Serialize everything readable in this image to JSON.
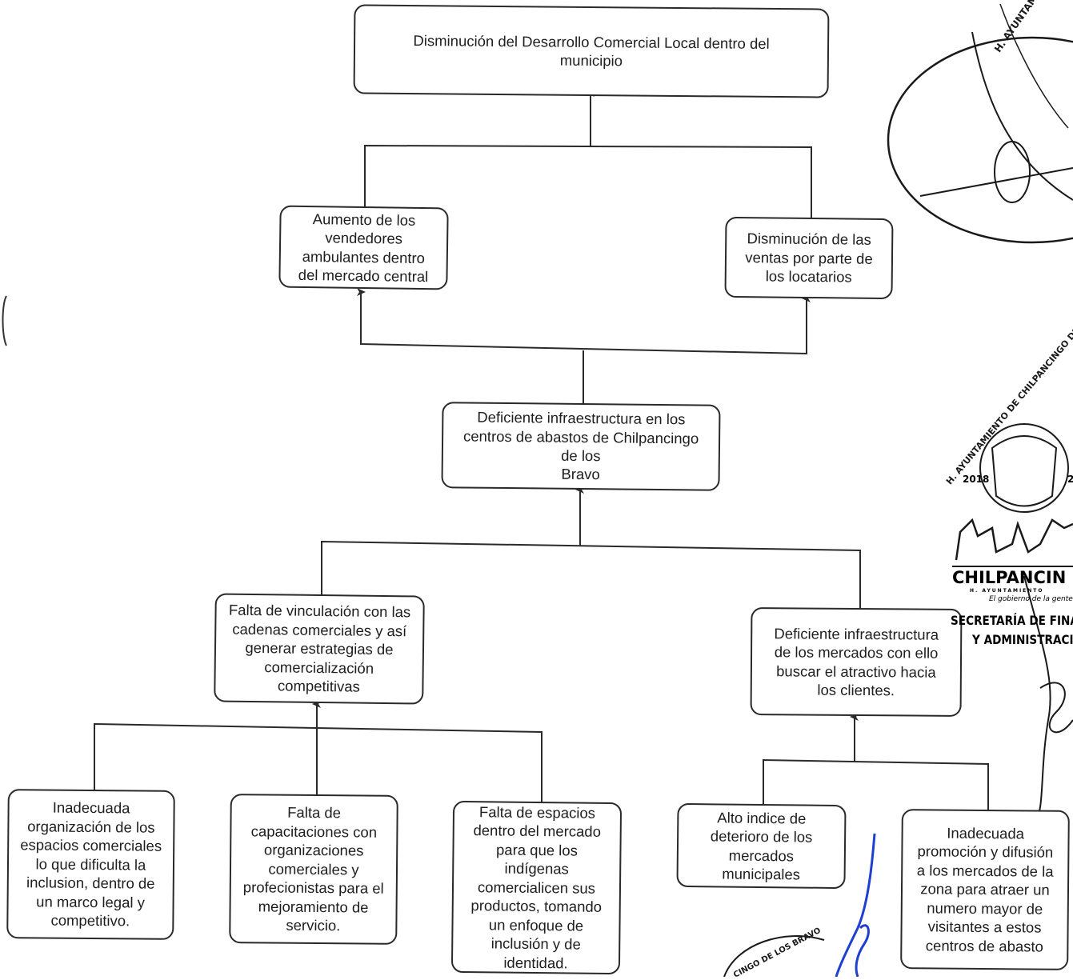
{
  "diagram": {
    "nodes": [
      {
        "id": "n1",
        "text": "Disminución del Desarrollo Comercial Local dentro del\nmunicipio"
      },
      {
        "id": "n2",
        "text": "Aumento de los\nvendedores\nambulantes dentro\ndel mercado central"
      },
      {
        "id": "n3",
        "text": "Disminución de las\nventas por parte de\nlos locatarios"
      },
      {
        "id": "n4",
        "text": "Deficiente infraestructura en los\ncentros de abastos de Chilpancingo\nde los\nBravo"
      },
      {
        "id": "n5",
        "text": "Falta de vinculación con las\ncadenas comerciales y así\ngenerar estrategias de\ncomercialización\ncompetitivas"
      },
      {
        "id": "n6",
        "text": "Deficiente infraestructura\nde los mercados con ello\nbuscar el atractivo hacia\nlos clientes."
      },
      {
        "id": "n7",
        "text": "Inadecuada\norganización de los\nespacios comerciales\nlo que dificulta la\ninclusion, dentro de\nun marco legal y\ncompetitivo."
      },
      {
        "id": "n8",
        "text": "Falta de\ncapacitaciones con\norganizaciones\ncomerciales y\nprofecionistas para el\nmejoramiento de\nservicio."
      },
      {
        "id": "n9",
        "text": "Falta de espacios\ndentro del mercado\npara que los\nindígenas\ncomercialicen sus\nproductos, tomando\nun enfoque de\ninclusión y de\nidentidad."
      },
      {
        "id": "n10",
        "text": "Alto indice de\ndeterioro de los\nmercados\nmunicipales"
      },
      {
        "id": "n11",
        "text": "Inadecuada\npromoción y difusión\na los mercados de la\nzona para atraer un\nnumero mayor de\nvisitantes a estos\ncentros de abasto"
      }
    ],
    "edges": [
      {
        "from": "n2",
        "to": "n1"
      },
      {
        "from": "n3",
        "to": "n1"
      },
      {
        "from": "n4",
        "to": "n2"
      },
      {
        "from": "n4",
        "to": "n3"
      },
      {
        "from": "n5",
        "to": "n4"
      },
      {
        "from": "n6",
        "to": "n4"
      },
      {
        "from": "n7",
        "to": "n5"
      },
      {
        "from": "n8",
        "to": "n5"
      },
      {
        "from": "n9",
        "to": "n5"
      },
      {
        "from": "n10",
        "to": "n6"
      },
      {
        "from": "n11",
        "to": "n6"
      }
    ]
  },
  "stamps": {
    "seal_top": "H. AYUNTAMIENTO DE CHILPANCINGO",
    "seal_mid_arc": "H. AYUNTAMIENTO DE CHILPANCINGO DE",
    "seal_year_left": "2018",
    "seal_year_right": "2",
    "city_name": "CHILPANCIN",
    "city_sub": "H. AYUNTAMIENTO",
    "city_motto": "El gobierno de la gente",
    "dept_line1": "SECRETARÍA DE FINA",
    "dept_line2": "Y ADMINISTRACI",
    "seal_bottom": "CINGO DE LOS BRAVO"
  }
}
